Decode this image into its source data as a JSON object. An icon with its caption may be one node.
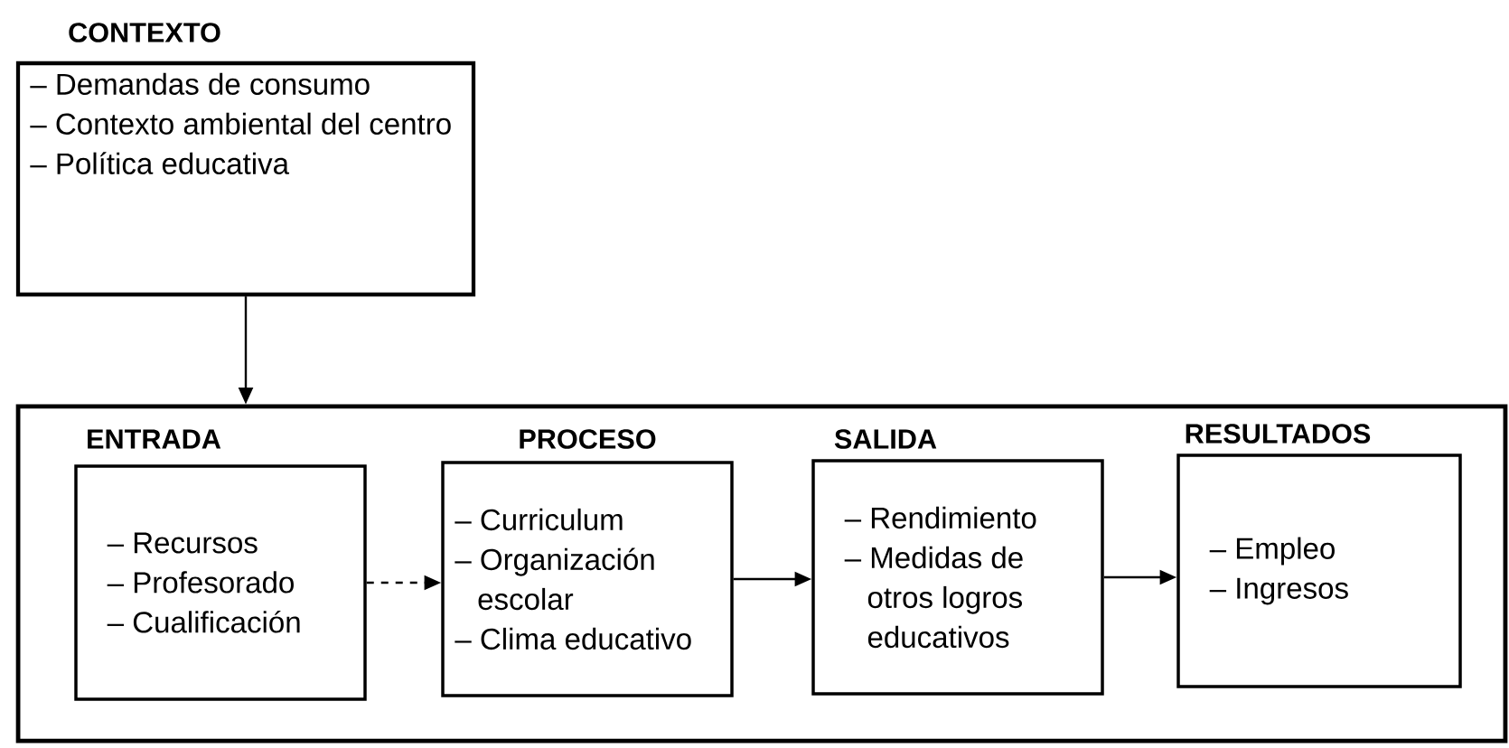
{
  "diagram": {
    "nodes": [
      {
        "text": [
          "CONTEXTO",
          "– Demandas de consumo",
          "– Contexto ambiental del centro",
          "– Política educativa"
        ]
      },
      {
        "text": [],
        "shape": "box"
      },
      {
        "text": [
          "ENTRADA",
          "– Recursos",
          "– Profesorado",
          "– Cualificación"
        ],
        "in": 1
      },
      {
        "text": [
          "PROCESO",
          "– Curriculum",
          "– Organización escolar",
          "– Clima educativo"
        ],
        "in": 1
      },
      {
        "text": [
          "SALIDA",
          "– Rendimiento",
          "– Medidas de otros logros educativos"
        ],
        "in": 1
      },
      {
        "text": [
          "RESULTADOS",
          "– Empleo",
          "– Ingresos"
        ],
        "in": 1
      }
    ],
    "edges": [
      {
        "from": 0,
        "to": 1,
        "arrow": "to"
      },
      {
        "from": 2,
        "to": 3,
        "arrow": "to",
        "style": "dashed"
      },
      {
        "from": 3,
        "to": 4,
        "arrow": "to"
      },
      {
        "from": 4,
        "to": 5,
        "arrow": "to"
      }
    ]
  }
}
